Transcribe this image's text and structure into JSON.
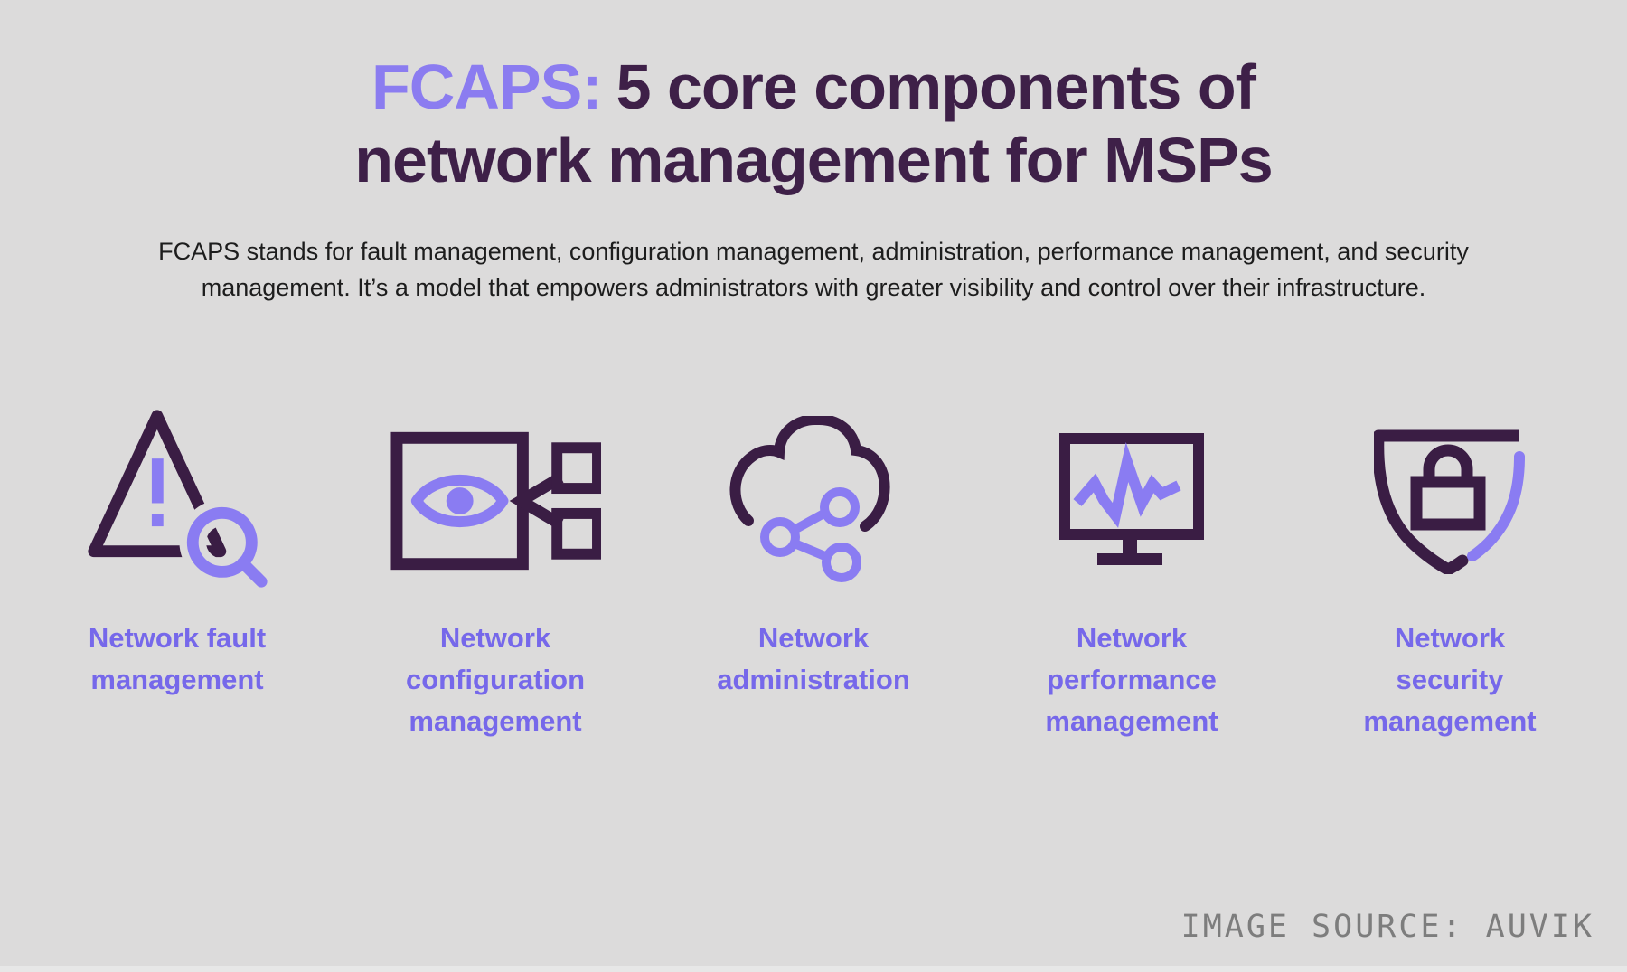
{
  "title": {
    "highlight": "FCAPS:",
    "line1_rest": "5 core components of",
    "line2": "network management for MSPs"
  },
  "subtitle": {
    "line1": "FCAPS stands for fault management, configuration management, administration, performance management, and security",
    "line2": "management. It’s a model that empowers administrators with greater visibility and control over their infrastructure."
  },
  "cards": [
    {
      "icon": "warning-triangle-search-icon",
      "label": [
        "Network fault",
        "management"
      ]
    },
    {
      "icon": "eye-config-nodes-icon",
      "label": [
        "Network",
        "configuration",
        "management"
      ]
    },
    {
      "icon": "cloud-share-icon",
      "label": [
        "Network",
        "administration"
      ]
    },
    {
      "icon": "monitor-graph-icon",
      "label": [
        "Network",
        "performance",
        "management"
      ]
    },
    {
      "icon": "shield-lock-icon",
      "label": [
        "Network",
        "security",
        "management"
      ]
    }
  ],
  "source_note": "IMAGE SOURCE: AUVIK",
  "colors": {
    "background": "#dcdbdb",
    "dark_purple": "#3a1d44",
    "title_dark": "#3e2048",
    "accent_purple": "#8b7cf0",
    "label_purple": "#7668ea",
    "icon_purple": "#8a7cf2",
    "source_gray": "#7d7d7d"
  }
}
